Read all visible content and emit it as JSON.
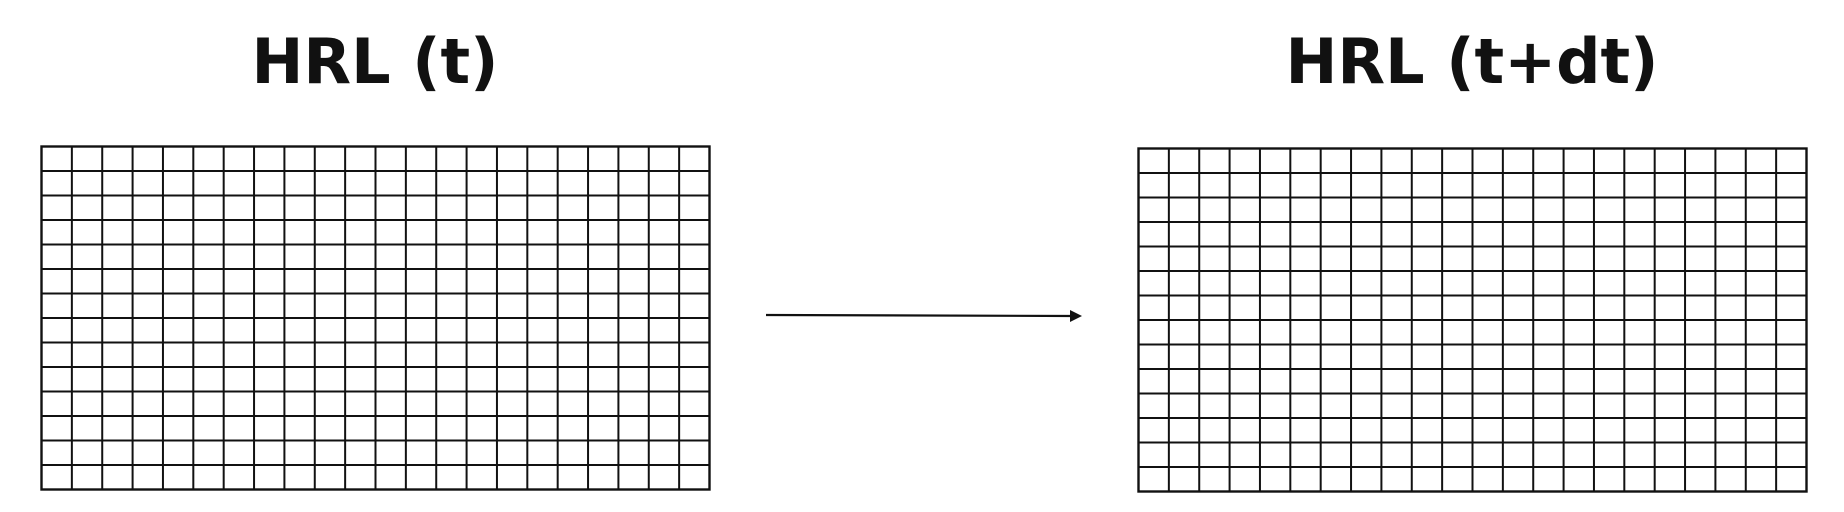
{
  "panels": [
    {
      "title": "HRL (t)",
      "columns": 22,
      "rows": 14
    },
    {
      "title": "HRL (t+dt)",
      "columns": 22,
      "rows": 14
    }
  ],
  "colors": {
    "line": "#111111",
    "background": "#ffffff"
  }
}
